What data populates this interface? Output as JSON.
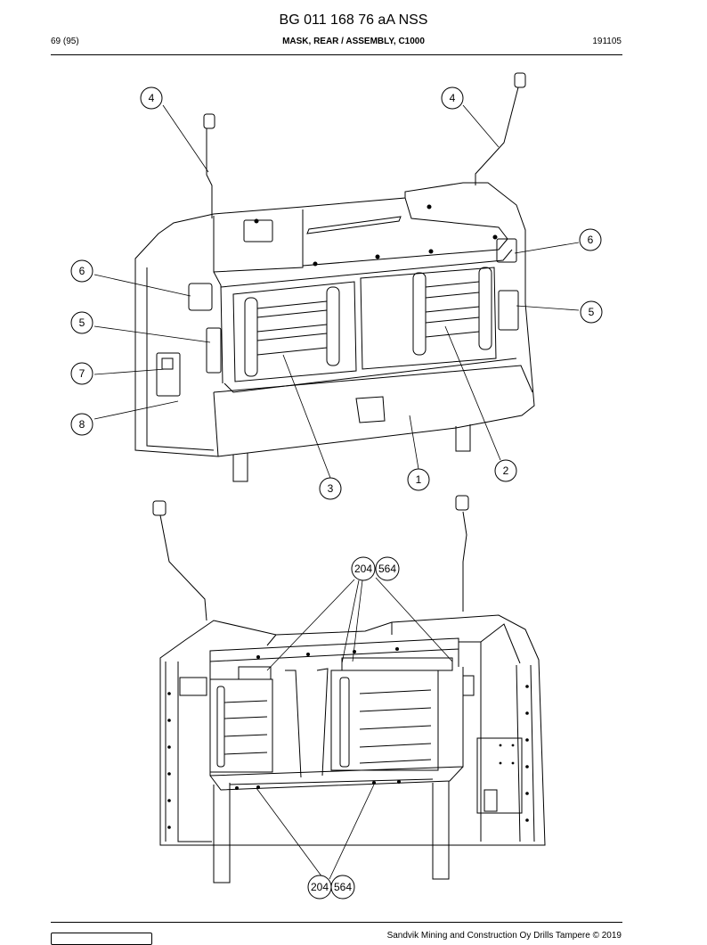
{
  "header": {
    "title": "BG 011 168 76 aA NSS",
    "page": "69 (95)",
    "subtitle": "MASK, REAR / ASSEMBLY, C1000",
    "code": "191105"
  },
  "callouts_top": [
    "4",
    "4",
    "6",
    "6",
    "5",
    "5",
    "7",
    "8",
    "3",
    "1",
    "2"
  ],
  "callouts_bottom": [
    "204",
    "564",
    "204",
    "564"
  ],
  "footer": {
    "text": "Sandvik Mining and Construction Oy Drills Tampere © 2019"
  }
}
